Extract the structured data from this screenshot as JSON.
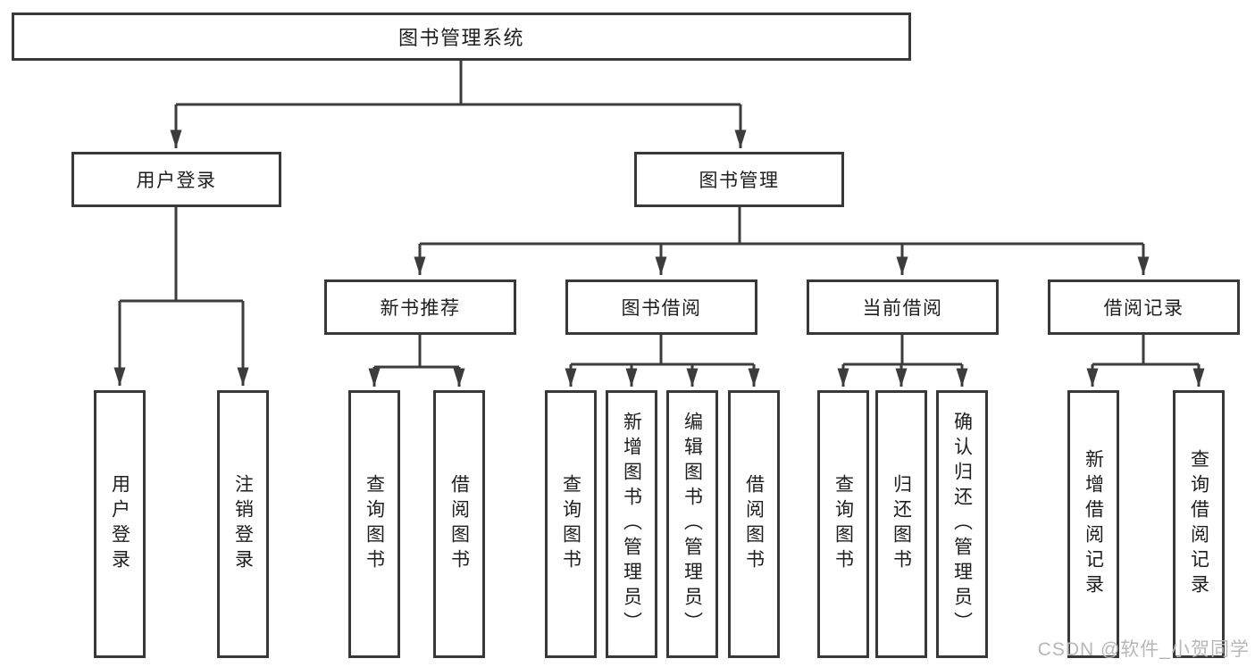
{
  "colors": {
    "line": "#3c3c3c",
    "box_border": "#383838",
    "text": "#1e1e1e",
    "watermark": "#b7b7b7",
    "background": "#ffffff"
  },
  "tree": {
    "root": {
      "label": "图书管理系统"
    },
    "login": {
      "label": "用户登录",
      "children": [
        {
          "label": "用户登录"
        },
        {
          "label": "注销登录"
        }
      ]
    },
    "mgmt": {
      "label": "图书管理",
      "groups": [
        {
          "label": "新书推荐",
          "children": [
            {
              "label": "查询图书"
            },
            {
              "label": "借阅图书"
            }
          ]
        },
        {
          "label": "图书借阅",
          "children": [
            {
              "label": "查询图书"
            },
            {
              "label": "新增图书（管理员）"
            },
            {
              "label": "编辑图书（管理员）"
            },
            {
              "label": "借阅图书"
            }
          ]
        },
        {
          "label": "当前借阅",
          "children": [
            {
              "label": "查询图书"
            },
            {
              "label": "归还图书"
            },
            {
              "label": "确认归还（管理员）"
            }
          ]
        },
        {
          "label": "借阅记录",
          "children": [
            {
              "label": "新增借阅记录"
            },
            {
              "label": "查询借阅记录"
            }
          ]
        }
      ]
    }
  },
  "watermark": {
    "text": "CSDN @软件_小贺同学"
  }
}
